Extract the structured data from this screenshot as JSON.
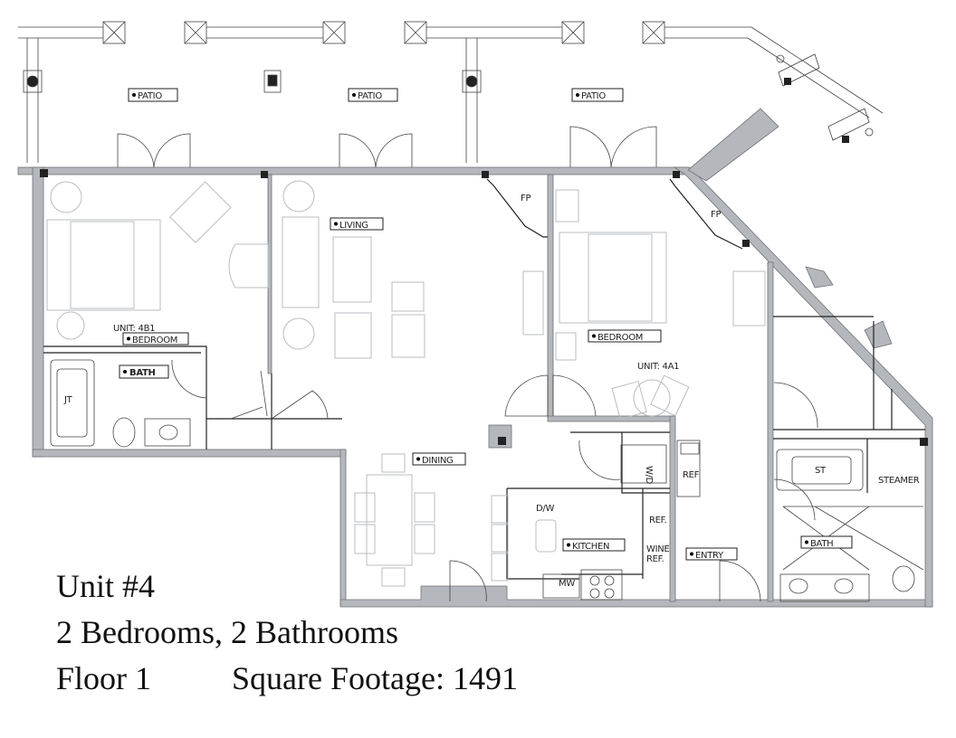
{
  "plan": {
    "patio_labels": [
      "PATIO",
      "PATIO",
      "PATIO"
    ],
    "fireplace_labels": [
      "FP",
      "FP"
    ],
    "unit_4b1": {
      "unit_label": "UNIT: 4B1",
      "bedroom": "BEDROOM",
      "bath": "BATH",
      "tub": "JT"
    },
    "shared": {
      "living": "LIVING",
      "dining": "DINING"
    },
    "unit_4a1": {
      "unit_label": "UNIT: 4A1",
      "bedroom": "BEDROOM",
      "kitchen": "KITCHEN",
      "dishwasher": "D/W",
      "fridge": "REF.",
      "wine_ref_line1": "WINE",
      "wine_ref_line2": "REF.",
      "microwave": "MW",
      "washer_dryer": "W/D",
      "entry_ref": "REF",
      "entry": "ENTRY",
      "tub": "ST",
      "steamer": "STEAMER",
      "bath": "BATH"
    }
  },
  "caption": {
    "unit": "Unit #4",
    "rooms": "2 Bedrooms, 2 Bathrooms",
    "floor": "Floor 1",
    "square_footage": "Square Footage: 1491"
  },
  "colors": {
    "wall": "#b4b8bc",
    "ink": "#222222",
    "furniture": "#b8bcc0"
  }
}
